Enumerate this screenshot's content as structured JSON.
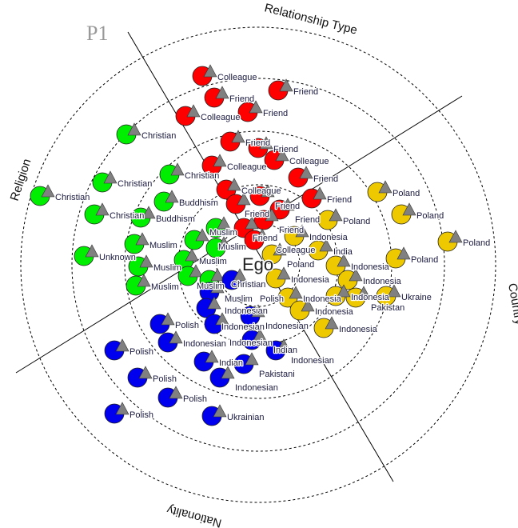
{
  "panel_label": "P1",
  "ego_label": "Ego",
  "sectors": [
    {
      "name": "Relationship Type",
      "color": "#ff0000"
    },
    {
      "name": "Religion",
      "color": "#00ee00"
    },
    {
      "name": "Nationality",
      "color": "#0000ee"
    },
    {
      "name": "Country",
      "color": "#eec900"
    }
  ],
  "triangle_color": "#808080",
  "nodes": {
    "relationship": [
      "Colleague",
      "Friend",
      "Friend",
      "Colleague",
      "Friend",
      "Friend",
      "Friend",
      "Colleague",
      "Colleague",
      "Friend",
      "Friend",
      "Colleague",
      "Friend",
      "Friend",
      "Friend",
      "Friend",
      "Friend",
      "Colleague"
    ],
    "religion": [
      "Christian",
      "Christian",
      "Christian",
      "Christian",
      "Christian",
      "Buddhism",
      "Buddhism",
      "Unknown",
      "Muslim",
      "Muslim",
      "Muslim",
      "Muslim",
      "Muslim",
      "Muslim",
      "Muslim",
      "Christian",
      "Muslim"
    ],
    "nationality": [
      "Polish",
      "Indonesian",
      "Indonesian",
      "Indonesian",
      "Indonesian",
      "Polish",
      "Indonesian",
      "Polish",
      "Indian",
      "Indonesian",
      "Indian",
      "Pakistani",
      "Indonesian",
      "Polish",
      "Polish",
      "Polish",
      "Ukrainian"
    ],
    "country": [
      "Poland",
      "Poland",
      "Poland",
      "Poland",
      "Indonesia",
      "Poland",
      "India",
      "Poland",
      "Indonesia",
      "Indonesia",
      "Indonesia",
      "Indonesia",
      "Indonesia",
      "Pakistan",
      "Indonesia",
      "Indonesia",
      "Ukraine"
    ]
  }
}
